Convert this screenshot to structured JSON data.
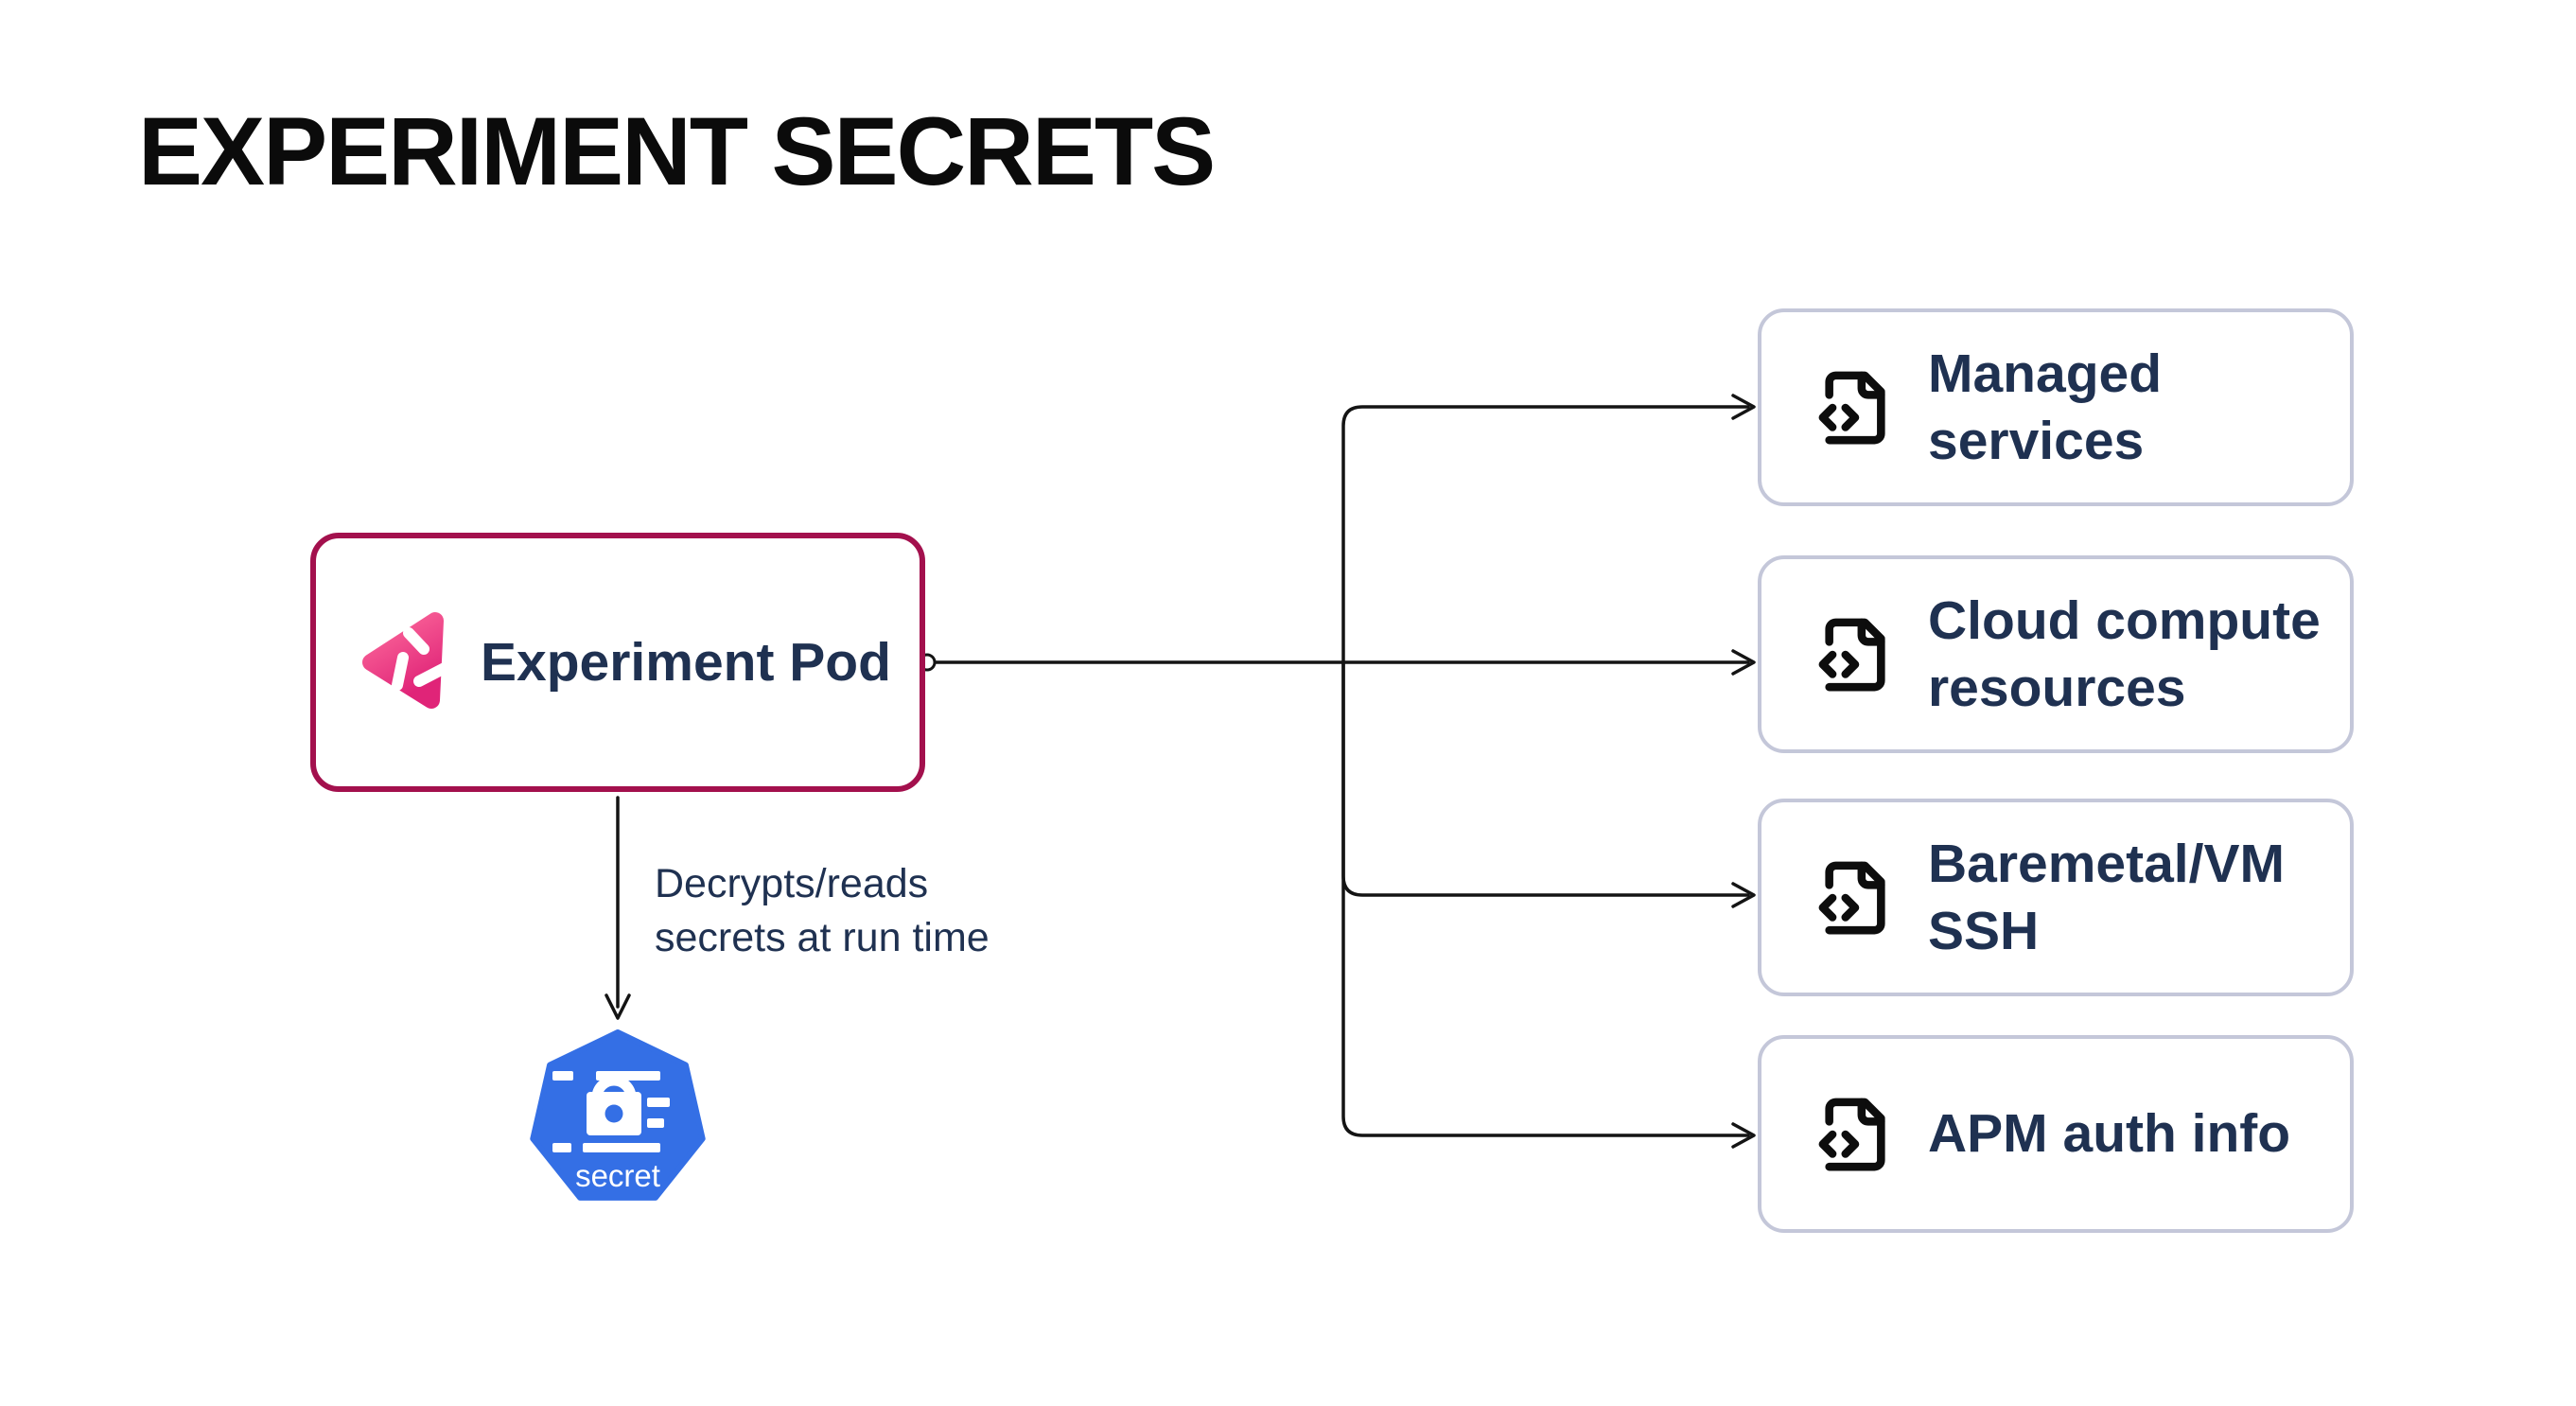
{
  "title": "EXPERIMENT SECRETS",
  "pod": {
    "label": "Experiment Pod",
    "icon": "litmus-experiment-icon"
  },
  "secret": {
    "label": "secret",
    "icon": "kubernetes-secret-icon"
  },
  "targets": [
    {
      "id": "managed-services",
      "label": "Managed services",
      "icon": "file-code-icon"
    },
    {
      "id": "cloud-compute-resources",
      "label": "Cloud compute resources",
      "icon": "file-code-icon"
    },
    {
      "id": "baremetal-vm-ssh",
      "label": "Baremetal/VM SSH",
      "icon": "file-code-icon"
    },
    {
      "id": "apm-auth-info",
      "label": "APM auth info",
      "icon": "file-code-icon"
    }
  ],
  "edges": [
    {
      "from": "experiment-pod",
      "to": "managed-services"
    },
    {
      "from": "experiment-pod",
      "to": "cloud-compute-resources"
    },
    {
      "from": "experiment-pod",
      "to": "baremetal-vm-ssh"
    },
    {
      "from": "experiment-pod",
      "to": "apm-auth-info"
    },
    {
      "from": "experiment-pod",
      "to": "secret",
      "label": "Decrypts/reads secrets at run time"
    }
  ],
  "colors": {
    "background": "#FFFFFF",
    "title_text": "#0B0B0B",
    "body_text": "#1F3151",
    "pod_border": "#A3104D",
    "target_border": "#C4C7D9",
    "litmus_pink_light": "#FD6B9C",
    "litmus_pink_dark": "#E02478",
    "kubernetes_blue": "#346FE5",
    "wire": "#141414"
  }
}
